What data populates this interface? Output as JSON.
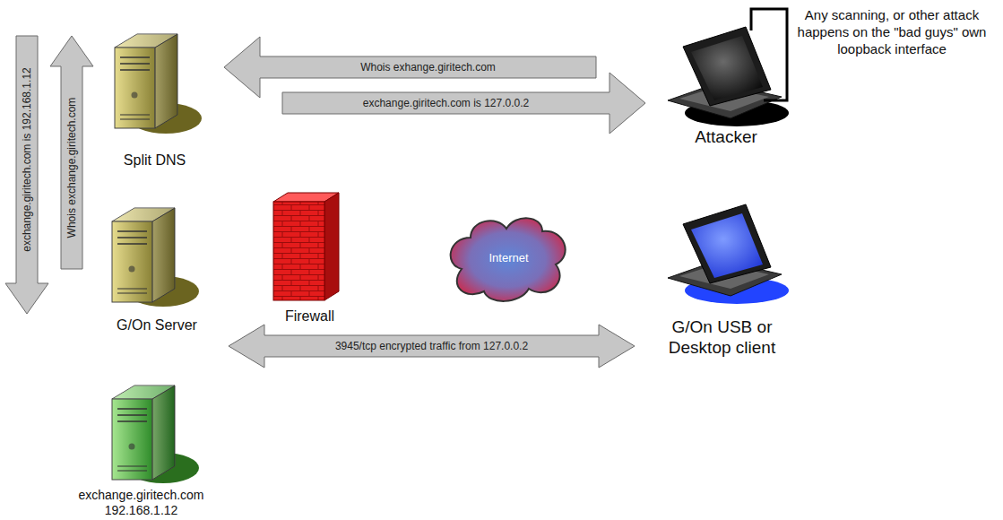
{
  "diagram": {
    "nodes": [
      {
        "text": [
          "Split DNS"
        ]
      },
      {
        "text": [
          "Attacker"
        ]
      },
      {
        "text": [
          "G/On Server"
        ]
      },
      {
        "text": [
          "Firewall"
        ]
      },
      {
        "text": [
          "Internet"
        ]
      },
      {
        "text": [
          "G/On USB or Desktop client"
        ]
      },
      {
        "text": [
          "exchange.giritech.com 192.168.1.12"
        ]
      }
    ],
    "edges": [
      {
        "from": 1,
        "to": 0,
        "arrow": "to",
        "label": "Whois exhange.giritech.com"
      },
      {
        "from": 0,
        "to": 1,
        "arrow": "to",
        "label": "exchange.giritech.com is 127.0.0.2"
      },
      {
        "from": 2,
        "to": 0,
        "arrow": "to",
        "label": "Whois exchange.giritech.com"
      },
      {
        "from": 0,
        "to": 2,
        "arrow": "to",
        "label": "exchange.giritech.com is 192.168.1.12"
      },
      {
        "from": 2,
        "to": 5,
        "arrow": "both",
        "label": "3945/tcp encrypted traffic from 127.0.0.2"
      }
    ],
    "labels": [
      "Any scanning, or other attack happens on the \"bad guys\" own loopback interface"
    ]
  }
}
